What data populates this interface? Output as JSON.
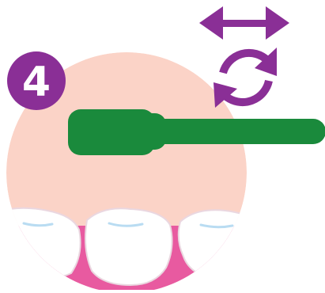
{
  "step": {
    "number": "4"
  },
  "icons": {
    "badge": "step-number-badge",
    "mouth": "mouth-illustration",
    "teeth": "teeth-icon",
    "toothbrush": "toothbrush-icon",
    "horizontal_motion": "double-arrow-horizontal-icon",
    "circular_motion": "circular-arrows-icon"
  },
  "colors": {
    "accent_purple": "#8a2f96",
    "gum_pink": "#e85aa0",
    "mouth_peach": "#fbd3c7",
    "toothbrush_green": "#1a8a3c",
    "tooth_white": "#ffffff",
    "tooth_outline": "#e9d6df",
    "tooth_shine": "#b9dcf2"
  }
}
